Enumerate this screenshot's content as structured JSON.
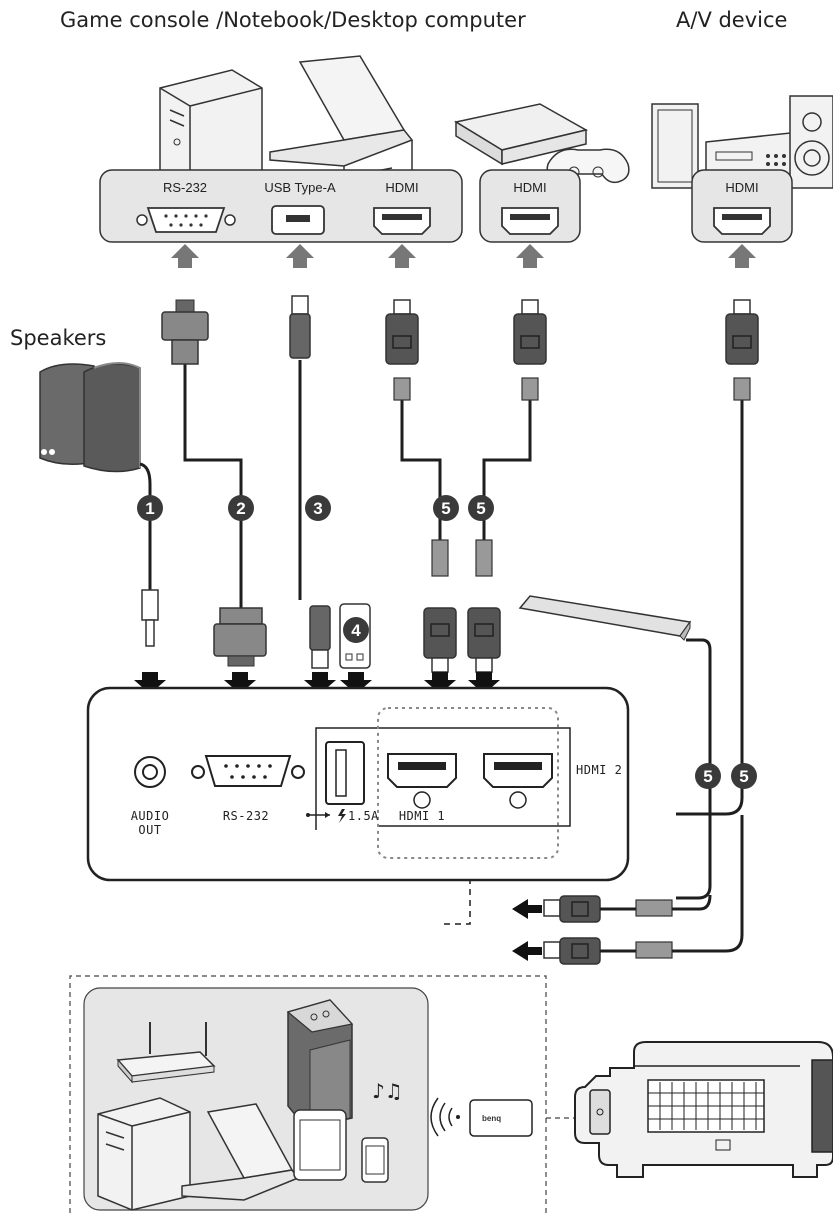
{
  "headings": {
    "sources": "Game console /Notebook/Desktop computer",
    "av": "A/V device",
    "speakers": "Speakers"
  },
  "source_ports": {
    "rs232": "RS-232",
    "usb": "USB Type-A",
    "hdmi_a": "HDMI",
    "hdmi_b": "HDMI",
    "hdmi_av": "HDMI"
  },
  "projector_ports": {
    "audio_out_line1": "AUDIO",
    "audio_out_line2": "OUT",
    "rs232": "RS-232",
    "usb_power": "1.5A",
    "hdmi1": "HDMI 1",
    "hdmi2": "HDMI 2"
  },
  "cable_numbers": {
    "audio": "1",
    "rs232": "2",
    "usb": "3",
    "dongle": "4",
    "hdmi": "5"
  },
  "dongle_brand": "benq",
  "colors": {
    "panel": "#e6e6e6",
    "badge": "#3a3a3a",
    "arrow": "#111111",
    "cable": "#1e1e1e",
    "connector": "#555555"
  }
}
